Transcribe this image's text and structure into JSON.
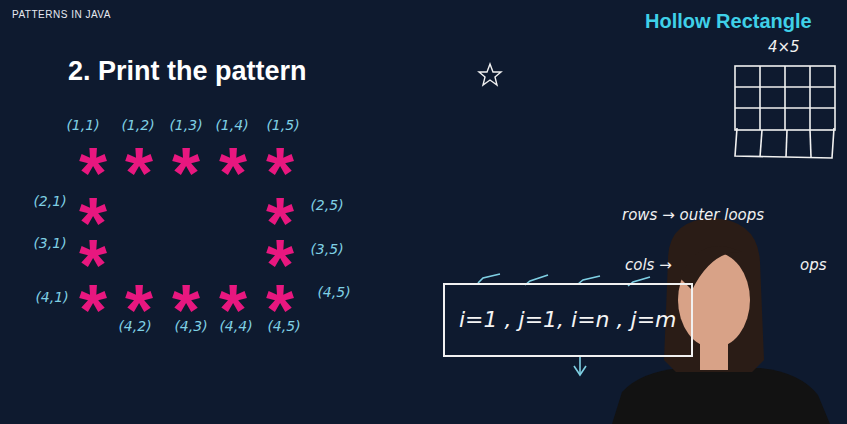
{
  "diagram": {
    "title": "2. Print the pattern",
    "nodes": [
      {
        "text": [
          "i=1 , j=1, i=n , j=m"
        ]
      }
    ],
    "labels": [
      "PATTERNS IN JAVA",
      "Hollow Rectangle",
      "4×5",
      "(1,1)",
      "(1,2)",
      "(1,3)",
      "(1,4)",
      "(1,5)",
      "(2,1)",
      "(3,1)",
      "(4,1)",
      "(2,5)",
      "(3,5)",
      "(4,5)",
      "(4,2)",
      "(4,3)",
      "(4,4)",
      "(4,5)",
      "*",
      "*",
      "*",
      "*",
      "*",
      "*",
      "*",
      "*",
      "*",
      "*",
      "*",
      "*",
      "*",
      "*",
      "rows → outer loops",
      "cols →",
      "ops"
    ]
  }
}
